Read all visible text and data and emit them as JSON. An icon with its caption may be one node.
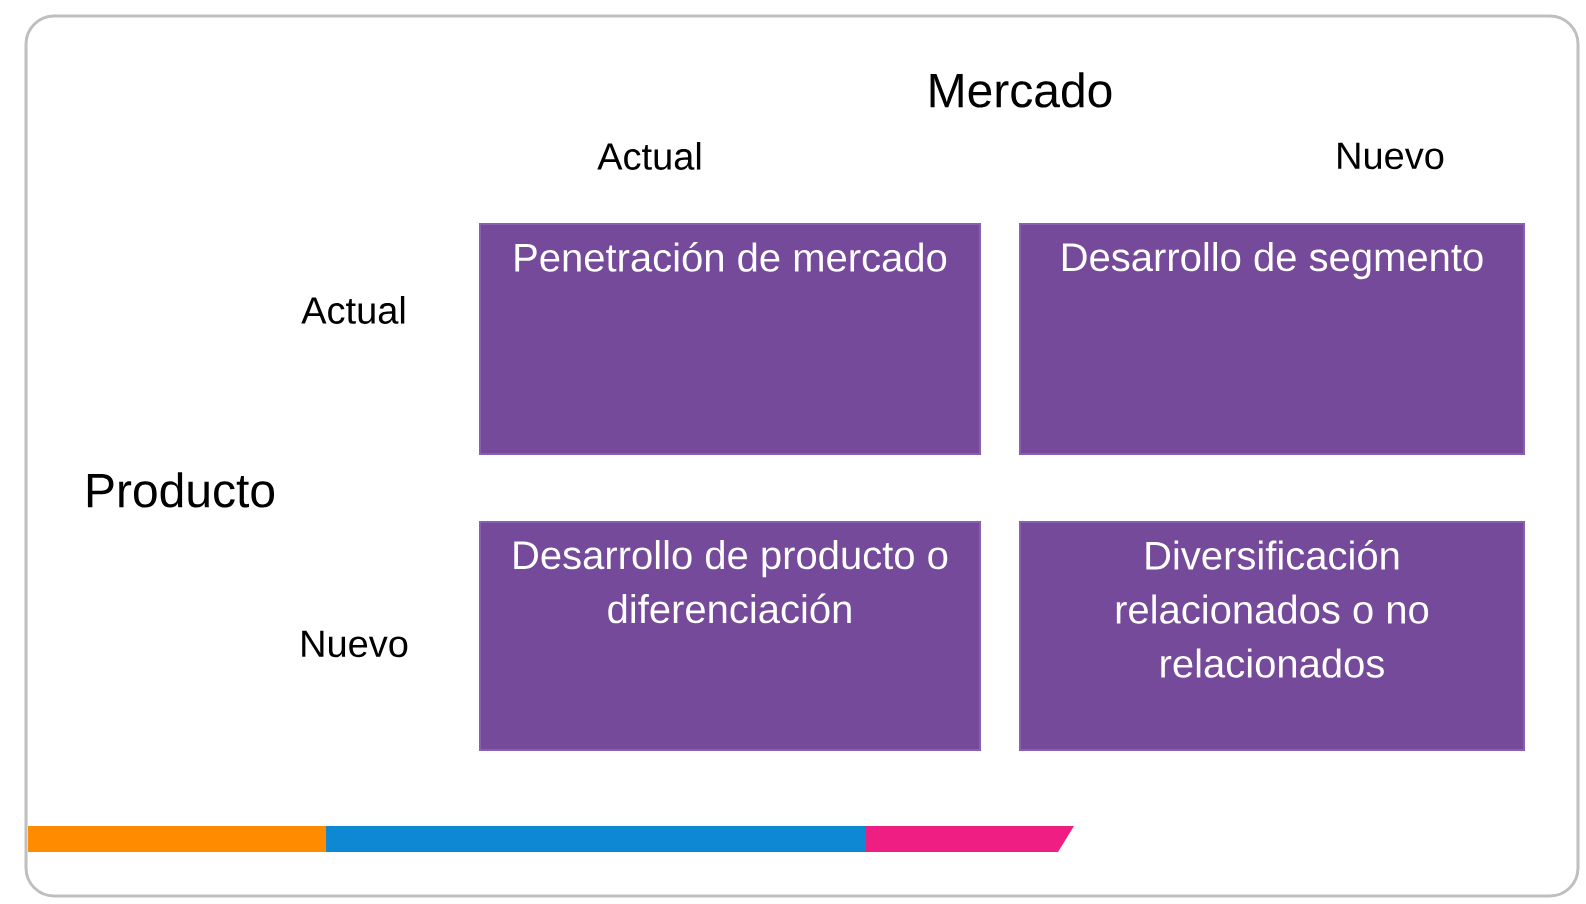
{
  "diagram": {
    "title": "Mercado",
    "nodes": [
      {
        "text": [
          "Penetración de mercado"
        ]
      },
      {
        "text": [
          "Desarrollo de segmento"
        ]
      },
      {
        "text": [
          "Desarrollo de producto o diferenciación"
        ]
      },
      {
        "text": [
          "Diversificación relacionados o no relacionados"
        ]
      }
    ],
    "labels": [
      "Actual",
      "Nuevo",
      "Actual",
      "Producto",
      "Nuevo"
    ]
  }
}
